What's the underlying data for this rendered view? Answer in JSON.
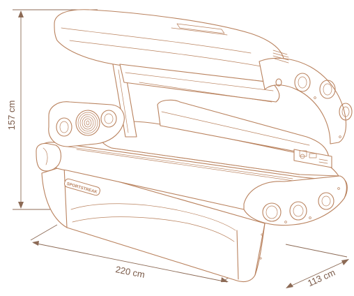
{
  "dimensions": {
    "height": "157 cm",
    "length": "220 cm",
    "width": "113 cm"
  },
  "brand_plate": "SPORTSTREAK",
  "colors": {
    "line": "#b9825e",
    "dimension": "#8c6a55",
    "text": "#7a5a48"
  }
}
